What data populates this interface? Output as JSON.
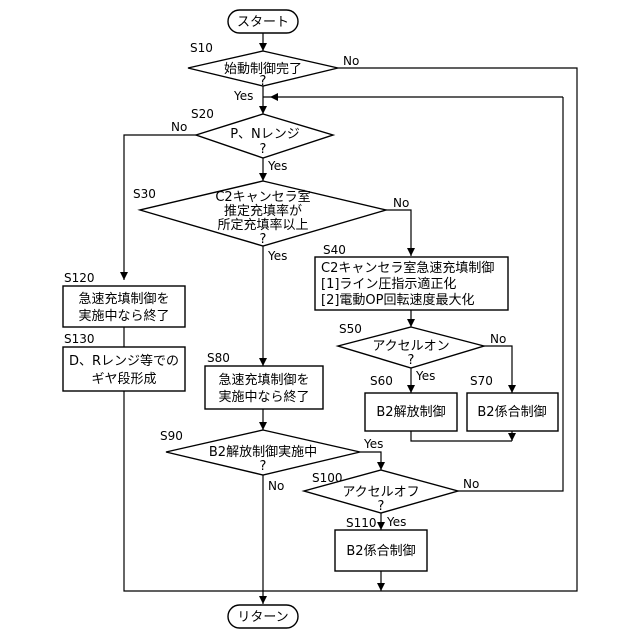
{
  "start": "スタート",
  "end": "リターン",
  "steps": {
    "s10": {
      "label": "S10",
      "text": [
        "始動制御完了"
      ],
      "q": "?"
    },
    "s20": {
      "label": "S20",
      "text": [
        "P、Nレンジ"
      ],
      "q": "?"
    },
    "s30": {
      "label": "S30",
      "text": [
        "C2キャンセラ室",
        "推定充填率が",
        "所定充填率以上"
      ],
      "q": "?"
    },
    "s40": {
      "label": "S40",
      "text": [
        "C2キャンセラ室急速充填制御",
        "[1]ライン圧指示適正化",
        "[2]電動OP回転速度最大化"
      ]
    },
    "s50": {
      "label": "S50",
      "text": [
        "アクセルオン"
      ],
      "q": "?"
    },
    "s60": {
      "label": "S60",
      "text": [
        "B2解放制御"
      ]
    },
    "s70": {
      "label": "S70",
      "text": [
        "B2係合制御"
      ]
    },
    "s80": {
      "label": "S80",
      "text": [
        "急速充填制御を",
        "実施中なら終了"
      ]
    },
    "s90": {
      "label": "S90",
      "text": [
        "B2解放制御実施中"
      ],
      "q": "?"
    },
    "s100": {
      "label": "S100",
      "text": [
        "アクセルオフ"
      ],
      "q": "?"
    },
    "s110": {
      "label": "S110",
      "text": [
        "B2係合制御"
      ]
    },
    "s120": {
      "label": "S120",
      "text": [
        "急速充填制御を",
        "実施中なら終了"
      ]
    },
    "s130": {
      "label": "S130",
      "text": [
        "D、Rレンジ等での",
        "ギヤ段形成"
      ]
    }
  },
  "yes": "Yes",
  "no": "No"
}
